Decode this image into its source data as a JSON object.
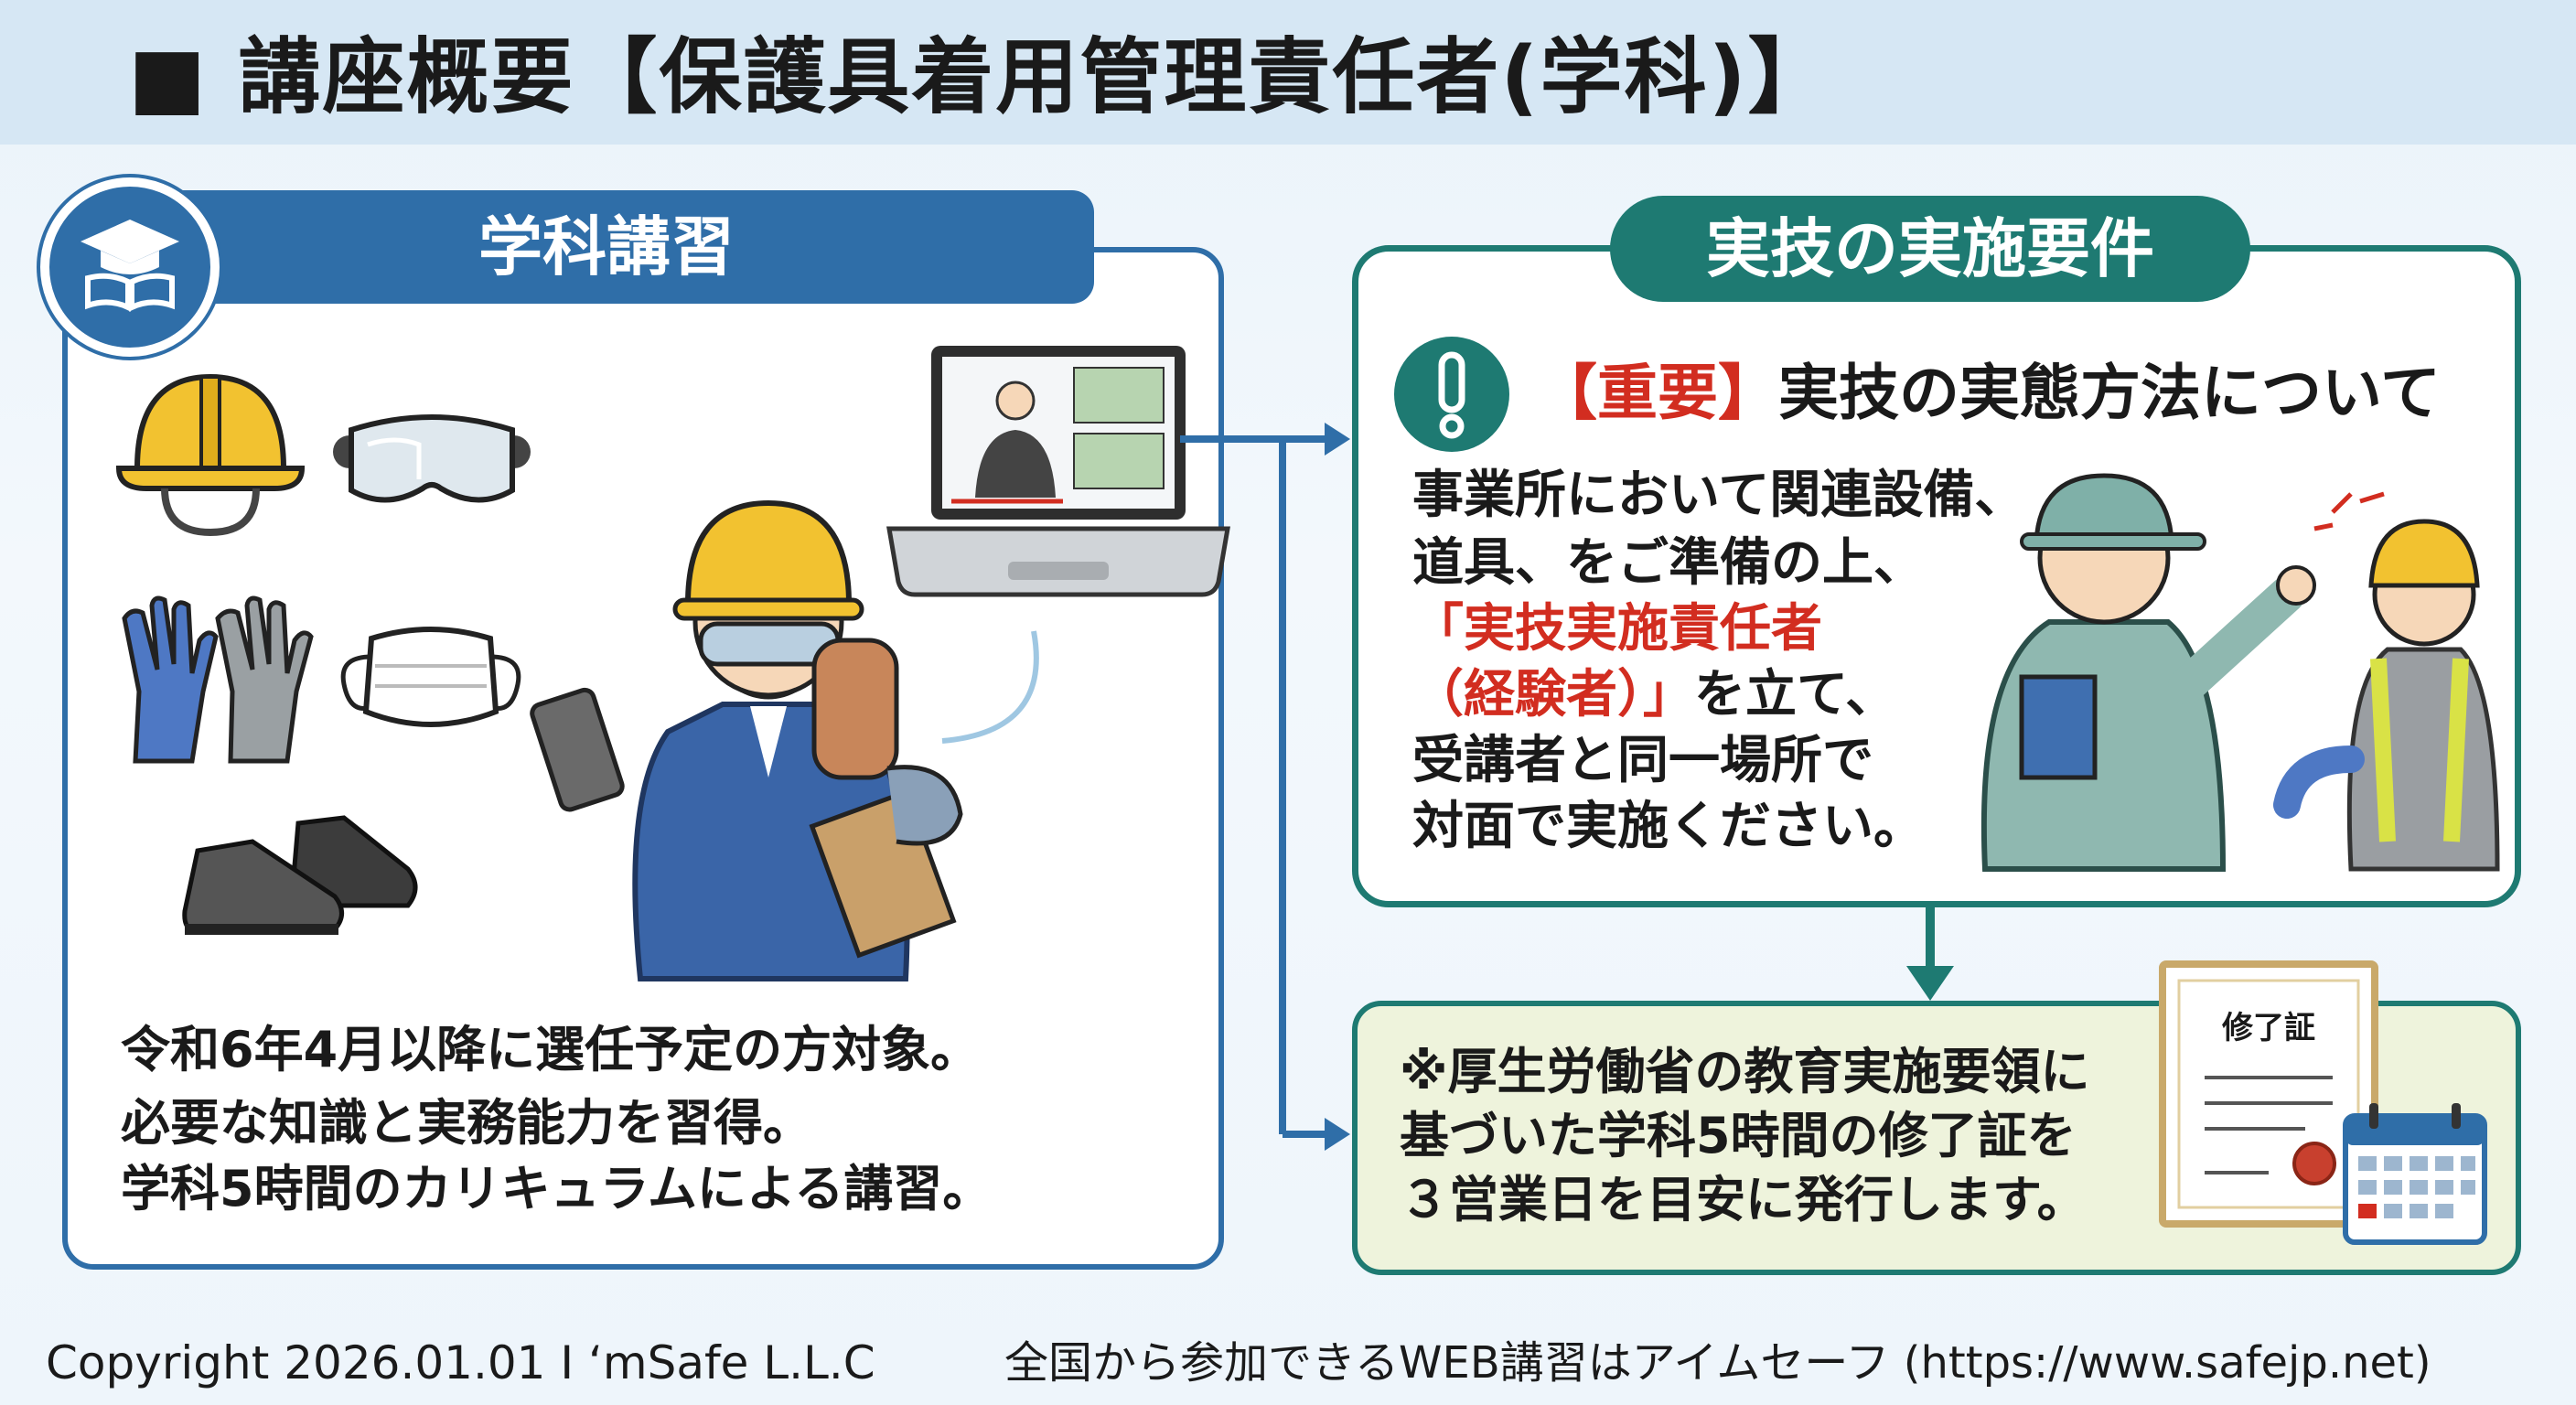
{
  "header": {
    "title": "■ 講座概要【保護具着用管理責任者(学科)】"
  },
  "left_panel": {
    "tab_label": "学科講習",
    "description": [
      "令和6年4月以降に選任予定の方対象。",
      "必要な知識と実務能力を習得。",
      "学科5時間のカリキュラムによる講習。"
    ],
    "icons": [
      "graduation-cap-icon",
      "helmet-icon",
      "goggles-icon",
      "gloves-icon",
      "mask-icon",
      "safety-shoes-icon",
      "laptop-video-icon",
      "worker-illustration"
    ]
  },
  "right_top_panel": {
    "tab_label": "実技の実施要件",
    "important_tag": "【重要】",
    "important_text": "実技の実態方法について",
    "body": [
      {
        "text": "事業所において関連設備、",
        "emphasis": false
      },
      {
        "text": "道具、をご準備の上、",
        "emphasis": false
      },
      {
        "text": "「実技実施責任者",
        "emphasis": true
      },
      {
        "text": "（経験者）」",
        "emphasis": true,
        "suffix": "を立て、"
      },
      {
        "text": "受講者と同一場所で",
        "emphasis": false
      },
      {
        "text": "対面で実施ください。",
        "emphasis": false
      }
    ]
  },
  "right_bottom_panel": {
    "lines": [
      "※厚生労働省の教育実施要領に",
      "基づいた学科5時間の修了証を",
      "３営業日を目安に発行します。"
    ],
    "certificate_label": "修了証"
  },
  "footer": {
    "copyright": "Copyright 2026.01.01 I ‘mSafe L.L.C",
    "note": "全国から参加できるWEB講習はアイムセーフ (https://www.safejp.net)"
  },
  "colors": {
    "blue": "#2f6ea8",
    "teal": "#1e7a72",
    "red": "#d22d20",
    "helmet_yellow": "#f2c230",
    "note_bg": "#eef3dc"
  }
}
